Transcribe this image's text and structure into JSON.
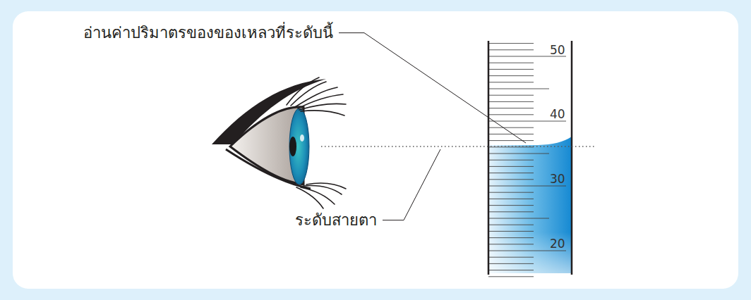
{
  "diagram": {
    "labels": [
      "อ่านค่าปริมาตรของของเหลวที่ระดับนี้",
      "ระดับสายตา",
      "50",
      "40",
      "30",
      "20"
    ]
  }
}
